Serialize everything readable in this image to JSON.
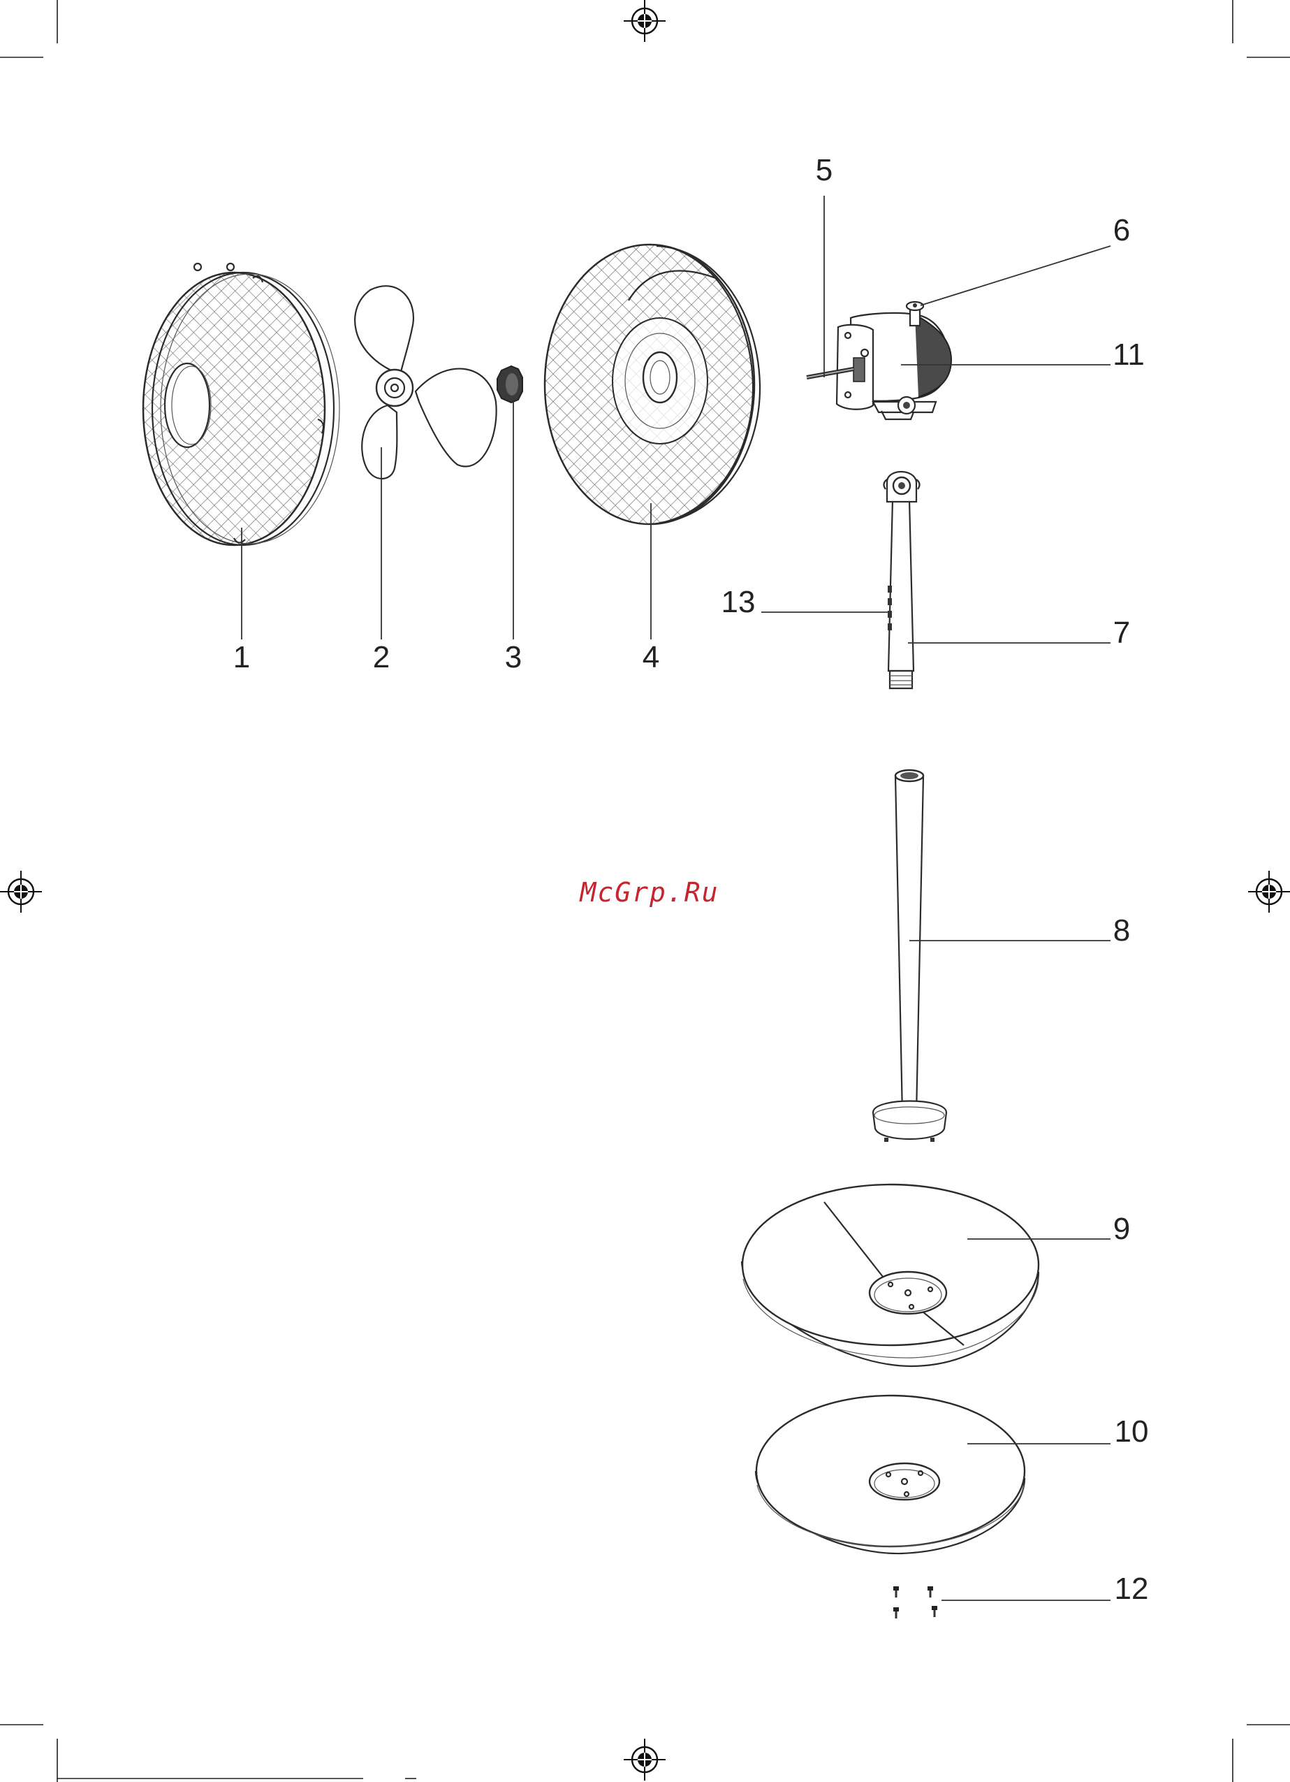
{
  "watermark": "McGrp.Ru",
  "callouts": [
    {
      "id": "1",
      "label": "1"
    },
    {
      "id": "2",
      "label": "2"
    },
    {
      "id": "3",
      "label": "3"
    },
    {
      "id": "4",
      "label": "4"
    },
    {
      "id": "5",
      "label": "5"
    },
    {
      "id": "6",
      "label": "6"
    },
    {
      "id": "7",
      "label": "7"
    },
    {
      "id": "8",
      "label": "8"
    },
    {
      "id": "9",
      "label": "9"
    },
    {
      "id": "10",
      "label": "10"
    },
    {
      "id": "11",
      "label": "11"
    },
    {
      "id": "12",
      "label": "12"
    },
    {
      "id": "13",
      "label": "13"
    }
  ],
  "icons": [
    "registration-mark-icon",
    "crop-mark-icon"
  ],
  "colors": {
    "line": "#2b2b2b",
    "watermark": "#c7252e",
    "paper": "#ffffff"
  }
}
